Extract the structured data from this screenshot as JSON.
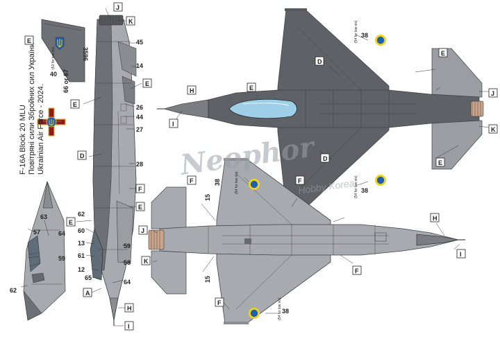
{
  "title": {
    "line1": "F-16A Block 20 MLU",
    "line2": "Повітряні сили Збройних сил України",
    "line3": "Ukrainian Air Force - 2024."
  },
  "watermark": {
    "main": "Neophor",
    "sub": "Hobby Korea"
  },
  "serial": "3596",
  "low_vis_note": "(54 for low vis)",
  "low_vis_note_2": "(53 for low vis)",
  "stencil_66_67": "66 or 67",
  "labels": {
    "A": "A",
    "D": "D",
    "E": "E",
    "F": "F",
    "H": "H",
    "I": "I",
    "J": "J",
    "K": "K",
    "n12": "12",
    "n13": "13",
    "n14": "14",
    "n15": "15",
    "n26": "26",
    "n27": "27",
    "n28": "28",
    "n38": "38",
    "n40": "40",
    "n44": "44",
    "n45": "45",
    "n58": "58",
    "n59": "59",
    "n60": "60",
    "n61": "61",
    "n62": "62",
    "n63": "63",
    "n64": "64",
    "n65": "65"
  },
  "colors": {
    "upper_camo": "#5e6266",
    "lower_camo": "#a7abb0",
    "side_dark": "#6d7175",
    "panel_line": "#3e4145",
    "canopy": "#9fcfe8",
    "roundel_blue": "#1f5fb0",
    "roundel_yellow": "#f2d21e",
    "cross_red": "#8c1b1b",
    "cross_gold": "#d8b23a"
  },
  "icons": {
    "trident": "ukraine-trident-icon",
    "roundel": "ukraine-roundel-icon",
    "cross": "air-force-cross-emblem-icon"
  }
}
